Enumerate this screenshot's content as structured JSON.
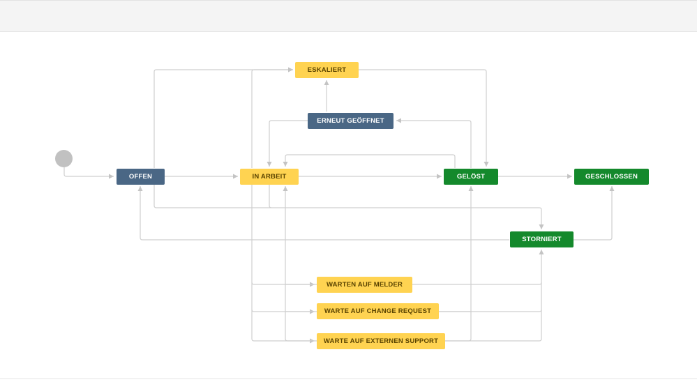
{
  "colors": {
    "yellow": "#ffd351",
    "blue": "#4a6785",
    "green": "#14892c",
    "line": "#cfcfcf",
    "start": "#c1c1c1"
  },
  "statuses": {
    "offen": "OFFEN",
    "in_arbeit": "IN ARBEIT",
    "eskaliert": "ESKALIERT",
    "erneut_geoeffnet": "ERNEUT GEÖFFNET",
    "geloest": "GELÖST",
    "geschlossen": "GESCHLOSSEN",
    "storniert": "STORNIERT",
    "warten_auf_melder": "WARTEN AUF MELDER",
    "warte_auf_change_request": "WARTE AUF CHANGE REQUEST",
    "warte_auf_externen_support": "WARTE AUF EXTERNEN SUPPORT"
  },
  "transitions": [
    {
      "from": "start",
      "to": "offen"
    },
    {
      "from": "offen",
      "to": "in_arbeit"
    },
    {
      "from": "offen",
      "to": "eskaliert"
    },
    {
      "from": "offen",
      "to": "storniert"
    },
    {
      "from": "in_arbeit",
      "to": "geloest"
    },
    {
      "from": "in_arbeit",
      "to": "eskaliert"
    },
    {
      "from": "in_arbeit",
      "to": "storniert"
    },
    {
      "from": "in_arbeit",
      "to": "warten_auf_melder"
    },
    {
      "from": "in_arbeit",
      "to": "warte_auf_change_request"
    },
    {
      "from": "in_arbeit",
      "to": "warte_auf_externen_support"
    },
    {
      "from": "eskaliert",
      "to": "geloest"
    },
    {
      "from": "erneut_geoeffnet",
      "to": "eskaliert"
    },
    {
      "from": "erneut_geoeffnet",
      "to": "in_arbeit"
    },
    {
      "from": "geloest",
      "to": "erneut_geoeffnet"
    },
    {
      "from": "geloest",
      "to": "in_arbeit"
    },
    {
      "from": "geloest",
      "to": "geschlossen"
    },
    {
      "from": "storniert",
      "to": "offen"
    },
    {
      "from": "storniert",
      "to": "geschlossen"
    },
    {
      "from": "warten_auf_melder",
      "to": "in_arbeit"
    },
    {
      "from": "warten_auf_melder",
      "to": "storniert"
    },
    {
      "from": "warte_auf_change_request",
      "to": "in_arbeit"
    },
    {
      "from": "warte_auf_change_request",
      "to": "geloest"
    },
    {
      "from": "warte_auf_change_request",
      "to": "storniert"
    },
    {
      "from": "warte_auf_externen_support",
      "to": "in_arbeit"
    },
    {
      "from": "warte_auf_externen_support",
      "to": "geloest"
    },
    {
      "from": "warte_auf_externen_support",
      "to": "storniert"
    }
  ]
}
